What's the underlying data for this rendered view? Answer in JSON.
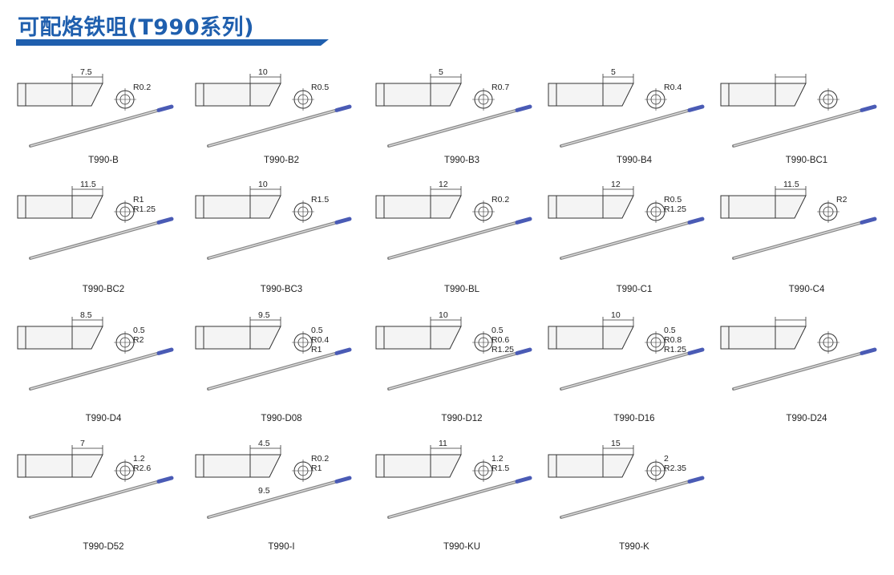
{
  "page": {
    "title": "可配烙铁咀(T990系列)",
    "accent_color": "#1f5fae"
  },
  "tips": [
    {
      "model": "T990-B",
      "dim": "7.5",
      "radii": [
        "R0.2"
      ]
    },
    {
      "model": "T990-B2",
      "dim": "10",
      "radii": [
        "R0.5"
      ]
    },
    {
      "model": "T990-B3",
      "dim": "5",
      "radii": [
        "R0.7"
      ]
    },
    {
      "model": "T990-B4",
      "dim": "5",
      "radii": [
        "R0.4"
      ]
    },
    {
      "model": "T990-BC1",
      "dim": "",
      "radii": []
    },
    {
      "model": "T990-BC2",
      "dim": "11.5",
      "radii": [
        "R1",
        "R1.25"
      ]
    },
    {
      "model": "T990-BC3",
      "dim": "10",
      "radii": [
        "R1.5"
      ]
    },
    {
      "model": "T990-BL",
      "dim": "12",
      "radii": [
        "R0.2"
      ]
    },
    {
      "model": "T990-C1",
      "dim": "12",
      "radii": [
        "R0.5",
        "R1.25"
      ]
    },
    {
      "model": "T990-C4",
      "dim": "11.5",
      "radii": [
        "R2"
      ]
    },
    {
      "model": "T990-D4",
      "dim": "8.5",
      "radii": [
        "0.5",
        "R2"
      ]
    },
    {
      "model": "T990-D08",
      "dim": "9.5",
      "radii": [
        "0.5",
        "R0.4",
        "R1"
      ]
    },
    {
      "model": "T990-D12",
      "dim": "10",
      "radii": [
        "0.5",
        "R0.6",
        "R1.25"
      ]
    },
    {
      "model": "T990-D16",
      "dim": "10",
      "radii": [
        "0.5",
        "R0.8",
        "R1.25"
      ]
    },
    {
      "model": "T990-D24",
      "dim": "",
      "radii": []
    },
    {
      "model": "T990-D52",
      "dim": "7",
      "radii": [
        "1.2",
        "R2.6"
      ]
    },
    {
      "model": "T990-I",
      "dim": "4.5",
      "dim2": "9.5",
      "radii": [
        "R0.2",
        "R1"
      ]
    },
    {
      "model": "T990-KU",
      "dim": "11",
      "radii": [
        "1.2",
        "R1.5"
      ]
    },
    {
      "model": "T990-K",
      "dim": "15",
      "radii": [
        "2",
        "R2.35"
      ]
    }
  ]
}
